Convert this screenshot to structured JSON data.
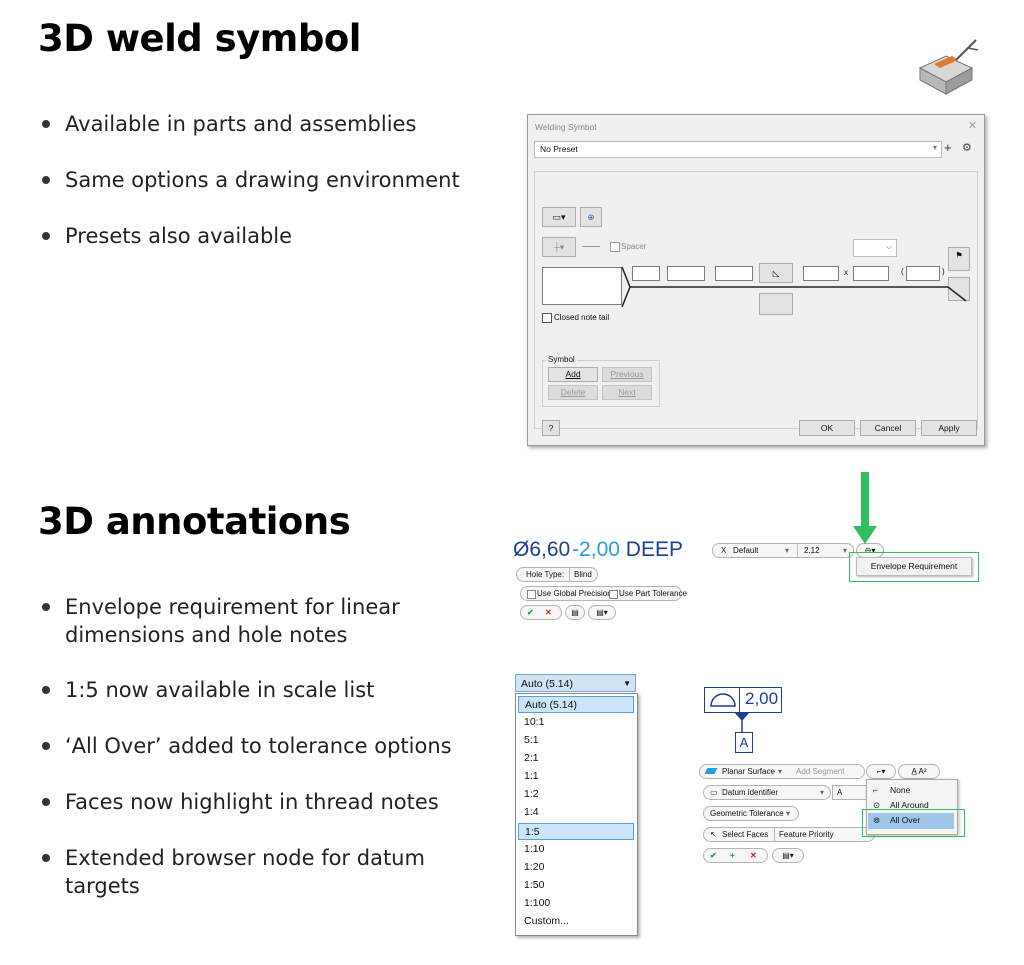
{
  "section1": {
    "title": "3D weld symbol",
    "bullets": [
      "Available in parts and assemblies",
      "Same options a drawing environment",
      "Presets also available"
    ]
  },
  "section2": {
    "title": "3D annotations",
    "bullets": [
      "Envelope requirement for linear dimensions and hole notes",
      "1:5 now available in scale list",
      "‘All Over’ added to tolerance options",
      "Faces now highlight in thread notes",
      "Extended browser node for datum targets"
    ]
  },
  "dialog": {
    "title": "Welding Symbol",
    "preset": "No Preset",
    "spacer_label": "Spacer",
    "x_sign": "x",
    "paren_open": "(",
    "paren_close": ")",
    "closed_note_tail": "Closed note tail",
    "symbol_group": "Symbol",
    "add": "Add",
    "previous": "Previous",
    "delete": "Delete",
    "next": "Next",
    "ok": "OK",
    "cancel": "Cancel",
    "apply": "Apply"
  },
  "hole_note": {
    "diameter": "Ø6,60",
    "depth": "-2,00",
    "deep_word": "DEEP",
    "hole_type_label": "Hole Type:",
    "hole_type_value": "Blind",
    "use_global_precision": "Use Global Precision",
    "use_part_tolerance": "Use Part Tolerance"
  },
  "dim_toolbar": {
    "x_label": "X",
    "style": "Default",
    "precision": "2.12",
    "menu_item": "Envelope Requirement"
  },
  "scale_list": {
    "selected": "Auto (5.14)",
    "options": [
      "Auto (5.14)",
      "10:1",
      "5:1",
      "2:1",
      "1:1",
      "1:2",
      "1:4",
      "1:5",
      "1:10",
      "1:20",
      "1:50",
      "1:100",
      "Custom..."
    ]
  },
  "datum": {
    "value": "2,00",
    "letter": "A",
    "surface": "Planar Surface",
    "add_segment": "Add Segment",
    "datum_identifier": "Datum identifier",
    "datum_letter": "A",
    "geometric_tolerance": "Geometric Tolerance",
    "select_faces": "Select Faces",
    "feature_priority": "Feature Priority",
    "menu": [
      "None",
      "All Around",
      "All Over"
    ]
  },
  "colors": {
    "green_highlight": "#2fbf5f",
    "blue_text": "#1d3f8f",
    "light_blue": "#2a9be0"
  }
}
